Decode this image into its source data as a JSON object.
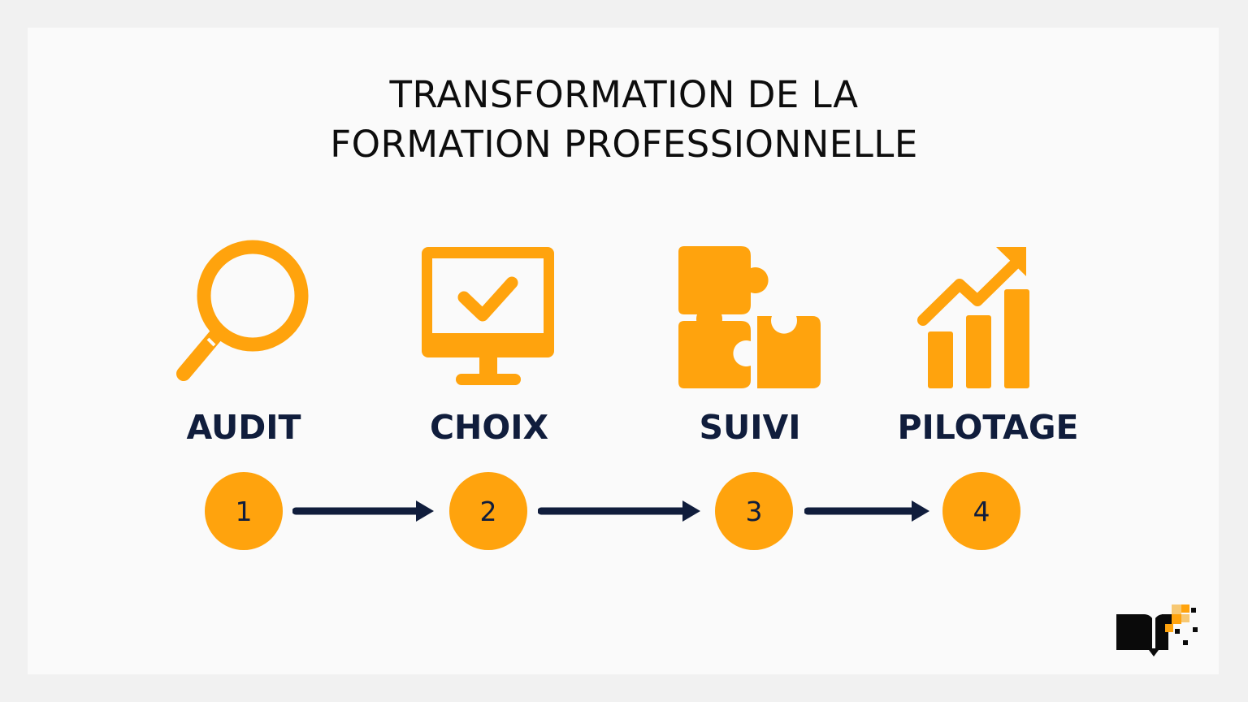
{
  "title": {
    "line1": "TRANSFORMATION DE LA",
    "line2": "FORMATION PROFESSIONNELLE"
  },
  "colors": {
    "accent": "#ffa30d",
    "navy": "#101d3c",
    "title": "#0d0d0d",
    "background": "#fafafa"
  },
  "steps": [
    {
      "number": "1",
      "label": "AUDIT",
      "icon": "magnifying-glass-icon"
    },
    {
      "number": "2",
      "label": "CHOIX",
      "icon": "monitor-check-icon"
    },
    {
      "number": "3",
      "label": "SUIVI",
      "icon": "puzzle-pieces-icon"
    },
    {
      "number": "4",
      "label": "PILOTAGE",
      "icon": "growth-chart-icon"
    }
  ],
  "logo": {
    "icon": "book-pixel-logo-icon"
  }
}
